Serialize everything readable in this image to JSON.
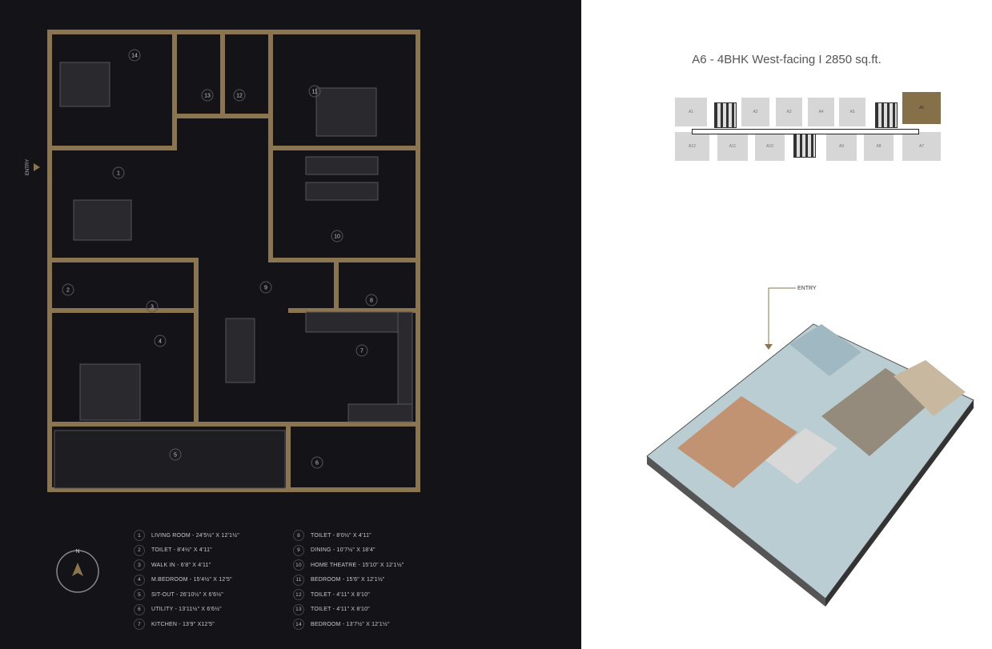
{
  "plan": {
    "entry_label": "ENTRY",
    "rooms": [
      "1",
      "2",
      "3",
      "4",
      "5",
      "6",
      "7",
      "8",
      "9",
      "10",
      "11",
      "12",
      "13",
      "14"
    ],
    "wall_color": "#8a7550",
    "compass_label": "N"
  },
  "legend": [
    {
      "num": "1",
      "text": "LIVING ROOM - 24'5½\" X 12'1½\""
    },
    {
      "num": "2",
      "text": "TOILET - 8'4½\" X 4'11\""
    },
    {
      "num": "3",
      "text": "WALK IN - 6'8\" X 4'11\""
    },
    {
      "num": "4",
      "text": "M.BEDROOM - 15'4½\" X 12'5\""
    },
    {
      "num": "5",
      "text": "SIT-OUT - 26'10½\" X 6'6½\""
    },
    {
      "num": "6",
      "text": "UTILITY - 13'11½\" X 6'6½\""
    },
    {
      "num": "7",
      "text": "KITCHEN - 13'9\" X12'5\""
    },
    {
      "num": "8",
      "text": "TOILET - 8'0½\" X 4'11\""
    },
    {
      "num": "9",
      "text": "DINING - 10'7½\" X 18'4\""
    },
    {
      "num": "10",
      "text": "HOME THEATRE - 15'10\" X 12'1½\""
    },
    {
      "num": "11",
      "text": "BEDROOM - 15'6\" X 12'1½\""
    },
    {
      "num": "12",
      "text": "TOILET - 4'11\" X 8'10\""
    },
    {
      "num": "13",
      "text": "TOILET - 4'11\" X 8'10\""
    },
    {
      "num": "14",
      "text": "BEDROOM - 13'7½\" X 12'1½\""
    }
  ],
  "header": {
    "title": "A6 - 4BHK West-facing I 2850 sq.ft."
  },
  "keyplan": {
    "top": [
      "A1",
      "A2",
      "A3",
      "A4",
      "A5",
      "A6"
    ],
    "bottom": [
      "A12",
      "A11",
      "A10",
      "A9",
      "A8",
      "A7"
    ],
    "selected": "A6",
    "selected_color": "#86704a"
  },
  "render": {
    "entry_label": "ENTRY"
  }
}
